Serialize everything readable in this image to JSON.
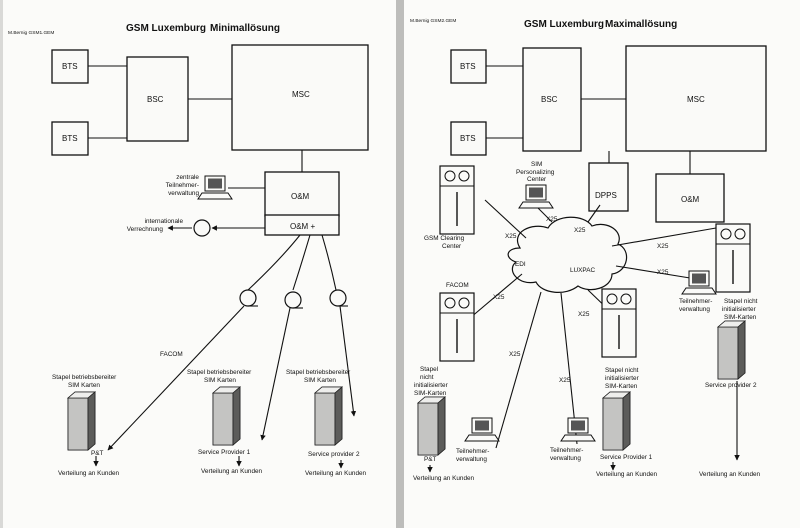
{
  "left": {
    "file_label": "M.Bernig GSM1.GEM",
    "title_main": "GSM Luxemburg",
    "title_sub": "Minimallösung",
    "bts_top": "BTS",
    "bts_bottom": "BTS",
    "bsc": "BSC",
    "msc": "MSC",
    "om": "O&M",
    "om_plus": "O&M +",
    "zentrale_1": "zentrale",
    "zentrale_2": "Teilnehmer-",
    "zentrale_3": "verwaltung",
    "intl_1": "internationale",
    "intl_2": "Verrechnung",
    "facom": "FACOM",
    "stack_a_1": "Stapel betriebsbereiter",
    "stack_a_2": "SIM Karten",
    "stack_b_1": "Stapel betriebsbereiter",
    "stack_b_2": "SIM Karten",
    "stack_c_1": "Stapel betriebsbereiter",
    "stack_c_2": "SIM Karten",
    "pt": "P&T",
    "sp1": "Service Provider 1",
    "sp2": "Service provider 2",
    "vert_a": "Verteilung an Kunden",
    "vert_b": "Verteilung an Kunden",
    "vert_c": "Verteilung an Kunden"
  },
  "right": {
    "file_label": "M.Bernig GSM2.GEM",
    "title_main": "GSM Luxemburg",
    "title_sub": "Maximallösung",
    "bts_top": "BTS",
    "bts_bottom": "BTS",
    "bsc": "BSC",
    "msc": "MSC",
    "dpps": "DPPS",
    "om": "O&M",
    "sim_pers_1": "SIM",
    "sim_pers_2": "Personalizing",
    "sim_pers_3": "Center",
    "clearing_1": "GSM Clearing",
    "clearing_2": "Center",
    "edi": "EDI",
    "luxpac": "LUXPAC",
    "facom": "FACOM",
    "x25_1": "X25",
    "x25_2": "X25",
    "x25_3": "X25",
    "x25_4": "X25",
    "x25_5": "X25",
    "x25_6": "X25",
    "x25_7": "X25",
    "x25_8": "X25",
    "tv_right_1": "Teilnehmer-",
    "tv_right_2": "verwaltung",
    "stack_nicht_r_1": "Stapel nicht",
    "stack_nicht_r_2": "initialisierter",
    "stack_nicht_r_3": "SIM-Karten",
    "sp2": "Service provider 2",
    "stack_nicht_l_1": "Stapel",
    "stack_nicht_l_2": "nicht",
    "stack_nicht_l_3": "initialisierter",
    "stack_nicht_l_4": "SIM-Karten",
    "stack_nicht_m_1": "Stapel nicht",
    "stack_nicht_m_2": "initialisierter",
    "stack_nicht_m_3": "SIM-Karten",
    "pt": "P&T",
    "tv_left_1": "Teilnehmer-",
    "tv_left_2": "verwaltung",
    "tv_mid_1": "Teilnehmer-",
    "tv_mid_2": "verwaltung",
    "sp1": "Service Provider 1",
    "vert_a": "Verteilung an Kunden",
    "vert_b": "Verteilung an Kunden",
    "vert_c": "Verteilung an Kunden"
  }
}
